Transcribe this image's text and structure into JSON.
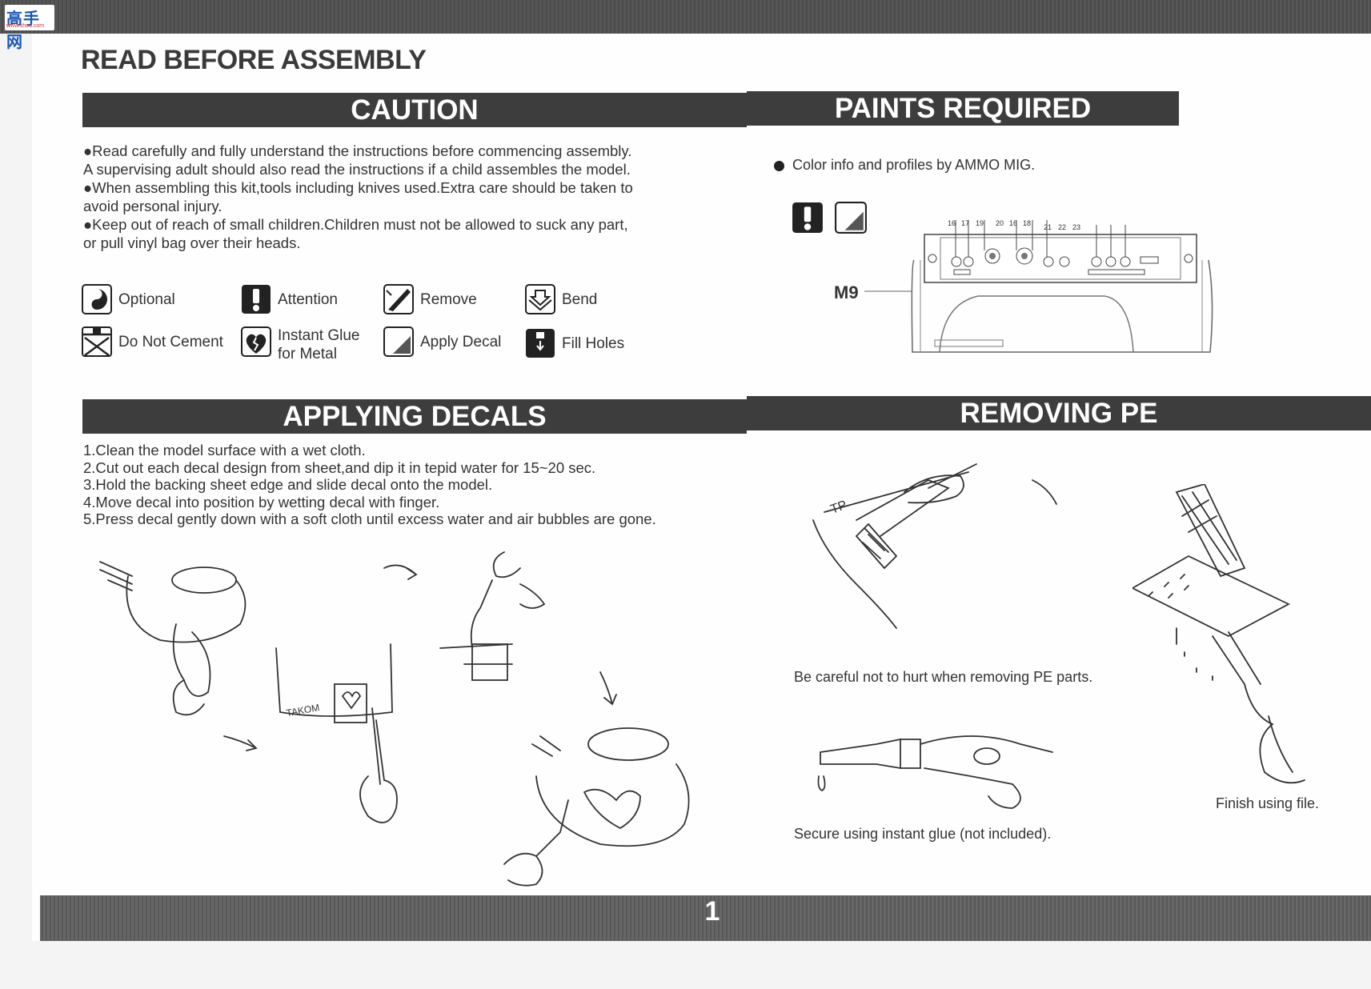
{
  "watermark": {
    "text": "高手网",
    "url": "www.shou.com"
  },
  "title": "READ BEFORE ASSEMBLY",
  "caution": {
    "heading": "CAUTION",
    "lines": [
      "●Read carefully and fully understand the instructions before commencing assembly.",
      "A supervising adult should also read the instructions if a child assembles the model.",
      "●When assembling this kit,tools including knives used.Extra care should be taken to",
      "avoid personal injury.",
      "●Keep out of reach of small children.Children must not be allowed to suck any part,",
      "or pull vinyl bag over their heads."
    ]
  },
  "legend": [
    {
      "icon": "optional-icon",
      "label": "Optional"
    },
    {
      "icon": "attention-icon",
      "label": "Attention"
    },
    {
      "icon": "remove-icon",
      "label": "Remove"
    },
    {
      "icon": "bend-icon",
      "label": "Bend"
    },
    {
      "icon": "do-not-cement-icon",
      "label": "Do Not Cement"
    },
    {
      "icon": "instant-glue-icon",
      "label": "Instant Glue\nfor Metal"
    },
    {
      "icon": "apply-decal-icon",
      "label": "Apply Decal"
    },
    {
      "icon": "fill-holes-icon",
      "label": "Fill Holes"
    }
  ],
  "paints": {
    "heading": "PAINTS REQUIRED",
    "note": "Color info and profiles by AMMO MIG.",
    "part_label": "M9",
    "callouts_left": [
      "16",
      "17",
      "19",
      "20",
      "16",
      "18"
    ],
    "callouts_right": [
      "21",
      "22",
      "23"
    ]
  },
  "decals": {
    "heading": "APPLYING DECALS",
    "steps": [
      "1.Clean the model surface with a wet cloth.",
      "2.Cut out each decal design from sheet,and dip it in tepid water for 15~20 sec.",
      "3.Hold the backing sheet edge and slide decal onto the model.",
      "4.Move decal into position by wetting decal with finger.",
      "5.Press decal gently down with a soft cloth until excess water and air bubbles are gone."
    ],
    "sheet_label": "TAKOM"
  },
  "pe": {
    "heading": "REMOVING PE",
    "caption1": "Be careful not to hurt when removing PE parts.",
    "caption2": "Secure using instant glue (not included).",
    "caption3": "Finish using file.",
    "tp_label": "TP"
  },
  "page_number": "1"
}
